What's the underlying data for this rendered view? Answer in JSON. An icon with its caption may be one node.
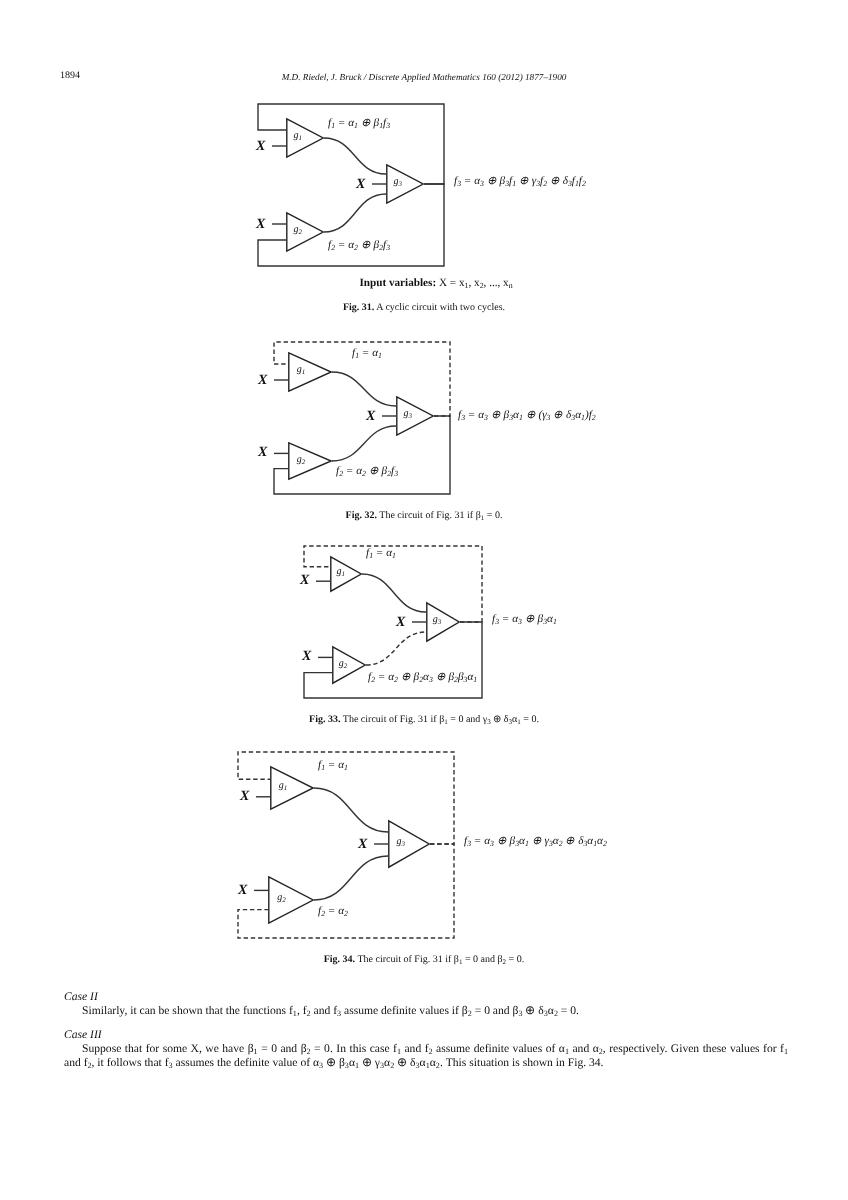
{
  "diagram": {
    "nodes": [
      {
        "text": [
          "g$_{1}$"
        ],
        "beside": [
          "f$_{1}$ = α$_{1}$ ⊕ β$_{1}$f$_{3}$"
        ]
      },
      {
        "text": [
          "X"
        ]
      },
      {
        "text": [
          "X"
        ]
      },
      {
        "text": [
          "g$_{3}$"
        ],
        "beside": [
          "f$_{3}$ = α$_{3}$ ⊕ β$_{3}$f$_{1}$ ⊕ γ$_{3}$f$_{2}$ ⊕ δ$_{3}$f$_{1}$f$_{2}$"
        ]
      },
      {
        "text": [
          "X"
        ]
      },
      {
        "text": [
          "g$_{2}$"
        ],
        "beside": [
          "f$_{2}$ = α$_{2}$ ⊕ β$_{2}$f$_{3}$"
        ]
      },
      {
        "text": [
          "g$_{1}$"
        ],
        "beside": [
          "f$_{1}$ = α$_{1}$"
        ]
      },
      {
        "text": [
          "X"
        ]
      },
      {
        "text": [
          "X"
        ]
      },
      {
        "text": [
          "g$_{3}$"
        ],
        "beside": [
          "f$_{3}$ = α$_{3}$ ⊕ β$_{3}$α$_{1}$ ⊕ (γ$_{3}$ ⊕ δ$_{3}$α$_{1}$)f$_{2}$"
        ]
      },
      {
        "text": [
          "X"
        ]
      },
      {
        "text": [
          "g$_{2}$"
        ],
        "beside": [
          "f$_{2}$ = α$_{2}$ ⊕ β$_{2}$f$_{3}$"
        ]
      },
      {
        "text": [
          "g$_{1}$"
        ],
        "beside": [
          "f$_{1}$ = α$_{1}$"
        ]
      },
      {
        "text": [
          "X"
        ]
      },
      {
        "text": [
          "X"
        ]
      },
      {
        "text": [
          "g$_{3}$"
        ],
        "beside": [
          "f$_{3}$ = α$_{3}$ ⊕ β$_{3}$α$_{1}$"
        ]
      },
      {
        "text": [
          "X"
        ]
      },
      {
        "text": [
          "g$_{2}$"
        ],
        "beside": [
          "f$_{2}$ = α$_{2}$ ⊕ β$_{2}$α$_{3}$ ⊕ β$_{2}$β$_{3}$α$_{1}$"
        ]
      },
      {
        "text": [
          "g$_{1}$"
        ],
        "beside": [
          "f$_{1}$ = α$_{1}$"
        ]
      },
      {
        "text": [
          "X"
        ]
      },
      {
        "text": [
          "X"
        ]
      },
      {
        "text": [
          "g$_{3}$"
        ],
        "beside": [
          "f$_{3}$ = α$_{3}$ ⊕ β$_{3}$α$_{1}$ ⊕ γ$_{3}$α$_{2}$ ⊕ δ$_{3}$α$_{1}$α$_{2}$"
        ]
      },
      {
        "text": [
          "X"
        ]
      },
      {
        "text": [
          "g$_{2}$"
        ],
        "beside": [
          "f$_{2}$ = α$_{2}$"
        ]
      }
    ],
    "edges": [
      {
        "from": 1,
        "to": 0,
        "arrow": "none"
      },
      {
        "from": 2,
        "to": 3,
        "arrow": "none"
      },
      {
        "from": 4,
        "to": 5,
        "arrow": "none"
      },
      {
        "from": 0,
        "to": 3,
        "arrow": "none"
      },
      {
        "from": 5,
        "to": 3,
        "arrow": "none"
      },
      {
        "from": 3,
        "to": 0,
        "arrow": "none"
      },
      {
        "from": 3,
        "to": 5,
        "arrow": "none"
      },
      {
        "from": 7,
        "to": 6,
        "arrow": "none"
      },
      {
        "from": 8,
        "to": 9,
        "arrow": "none"
      },
      {
        "from": 10,
        "to": 11,
        "arrow": "none"
      },
      {
        "from": 6,
        "to": 9,
        "arrow": "none"
      },
      {
        "from": 11,
        "to": 9,
        "arrow": "none"
      },
      {
        "from": 9,
        "to": 6,
        "arrow": "none",
        "style": "dashed"
      },
      {
        "from": 9,
        "to": 11,
        "arrow": "none"
      },
      {
        "from": 13,
        "to": 12,
        "arrow": "none"
      },
      {
        "from": 14,
        "to": 15,
        "arrow": "none"
      },
      {
        "from": 16,
        "to": 17,
        "arrow": "none"
      },
      {
        "from": 12,
        "to": 15,
        "arrow": "none"
      },
      {
        "from": 17,
        "to": 15,
        "arrow": "none",
        "style": "dashed"
      },
      {
        "from": 15,
        "to": 12,
        "arrow": "none",
        "style": "dashed"
      },
      {
        "from": 15,
        "to": 17,
        "arrow": "none"
      },
      {
        "from": 19,
        "to": 18,
        "arrow": "none"
      },
      {
        "from": 20,
        "to": 21,
        "arrow": "none"
      },
      {
        "from": 22,
        "to": 23,
        "arrow": "none"
      },
      {
        "from": 18,
        "to": 21,
        "arrow": "none"
      },
      {
        "from": 23,
        "to": 21,
        "arrow": "none"
      },
      {
        "from": 21,
        "to": 18,
        "arrow": "none",
        "style": "dashed"
      },
      {
        "from": 21,
        "to": 23,
        "arrow": "none",
        "style": "dashed"
      }
    ],
    "labels": [
      "1894",
      "M.D. Riedel, J. Bruck / Discrete Applied Mathematics 160 (2012) 1877–1900",
      "**Input variables:** X = x$_{1}$, x$_{2}$, ..., x$_{n}$",
      "**Fig. 31.** A cyclic circuit with two cycles.",
      "**Fig. 32.** The circuit of Fig. 31 if β$_{1}$ = 0.",
      "**Fig. 33.** The circuit of Fig. 31 if β$_{1}$ = 0 and γ$_{3}$ ⊕ δ$_{3}$α$_{1}$ = 0.",
      "**Fig. 34.** The circuit of Fig. 31 if β$_{1}$ = 0 and β$_{2}$ = 0.",
      "*Case II*",
      "Similarly, it can be shown that the functions f$_{1}$, f$_{2}$ and f$_{3}$ assume definite values if β$_{2}$ = 0 and β$_{3}$ ⊕ δ$_{3}$α$_{2}$ = 0.",
      "*Case III*",
      "Suppose that for some X, we have β$_{1}$ = 0 and β$_{2}$ = 0. In this case f$_{1}$ and f$_{2}$ assume definite values of α$_{1}$ and α$_{2}$, respectively. Given these values for f$_{1}$ and f$_{2}$, it follows that f$_{3}$ assumes the definite value of α$_{3}$ ⊕ β$_{3}$α$_{1}$ ⊕ γ$_{3}$α$_{2}$ ⊕ δ$_{3}$α$_{1}$α$_{2}$. This situation is shown in Fig. 34."
    ]
  }
}
